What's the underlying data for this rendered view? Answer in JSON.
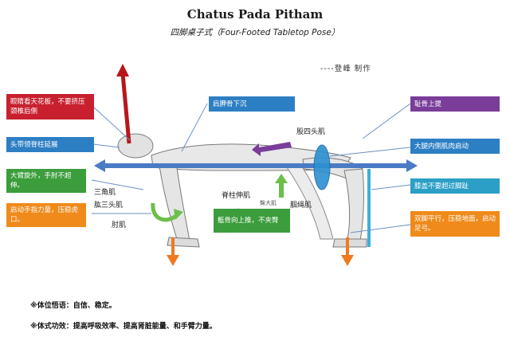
{
  "title": "Chatus Pada Pitham",
  "subtitle": "四脚桌子式（Four-Footed Tabletop Pose）",
  "credit": "----登峰 制作",
  "colors": {
    "red_box": "#c8202f",
    "blue_box": "#2d7fc4",
    "green_box": "#3b9d3b",
    "orange_box": "#ef8a1b",
    "purple_box": "#7a3d9a",
    "teal_box": "#2b9fc6",
    "spine_arrow": "#4a7bc4",
    "red_arrow": "#b8161b",
    "orange_arrow": "#f07a20"
  },
  "boxes": {
    "eyes": "眼睛看天花板，不要挤压颈椎后侧",
    "head": "头带领脊柱延展",
    "arm_rotate": "大臂旋外，手肘不超伸。",
    "hand_power": "启动手指力量，压稳虎口。",
    "scapula": "肩胛骨下沉",
    "sacrum": "骶骨向上推，不夹臀",
    "pubic": "耻骨上提",
    "inner_thigh": "大腿内侧肌肉启动",
    "knee": "膝盖不要超过脚趾",
    "feet": "双脚平行，压稳地面，启动足弓。"
  },
  "labels": {
    "triangle": "三角肌",
    "triceps": "肱三头肌",
    "elbow": "肘肌",
    "erector": "脊柱伸肌",
    "quad": "股四头肌",
    "hamstring": "腘绳肌",
    "glute": "臀大肌"
  },
  "notes": {
    "mind": "※体位悟语：自信、稳定。",
    "effect": "※体式功效：提高呼吸效率、提高肾脏能量、和手臂力量。"
  }
}
